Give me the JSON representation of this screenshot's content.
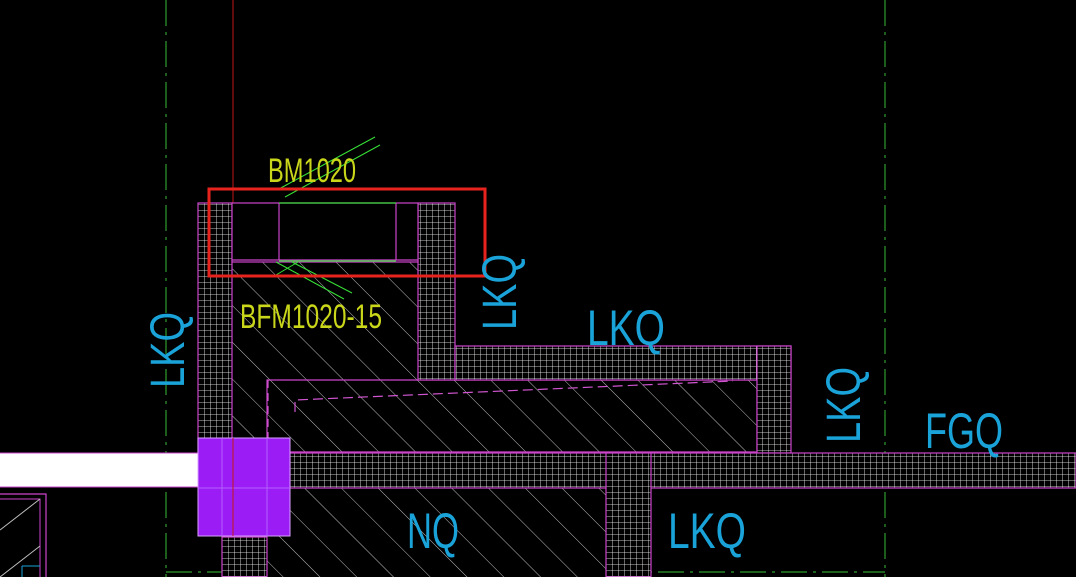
{
  "labels": {
    "bm_window": "BM1020",
    "bfm_door": "BFM1020-15",
    "lkq_left": "LKQ",
    "lkq_upper_mid": "LKQ",
    "lkq_top_right": "LKQ",
    "lkq_right_vert": "LKQ",
    "fgq": "FGQ",
    "nq": "NQ",
    "lkq_bottom": "LKQ"
  },
  "colors": {
    "background": "#000000",
    "wall_outline": "#cc44cc",
    "hatch_grid": "#ffffff",
    "diagonal_hatch": "#bdbdbd",
    "axis_line": "#2e9b2e",
    "red_axis": "#c01818",
    "label_cyan": "#1aa3d9",
    "label_yellow": "#c9d619",
    "leader_green": "#37e037",
    "column_purple": "#9b1cf5",
    "highlight_box": "#e8231e",
    "pink_dash": "#d055d0"
  },
  "icons": {
    "column": "structural-column",
    "highlight": "selection-rectangle"
  }
}
